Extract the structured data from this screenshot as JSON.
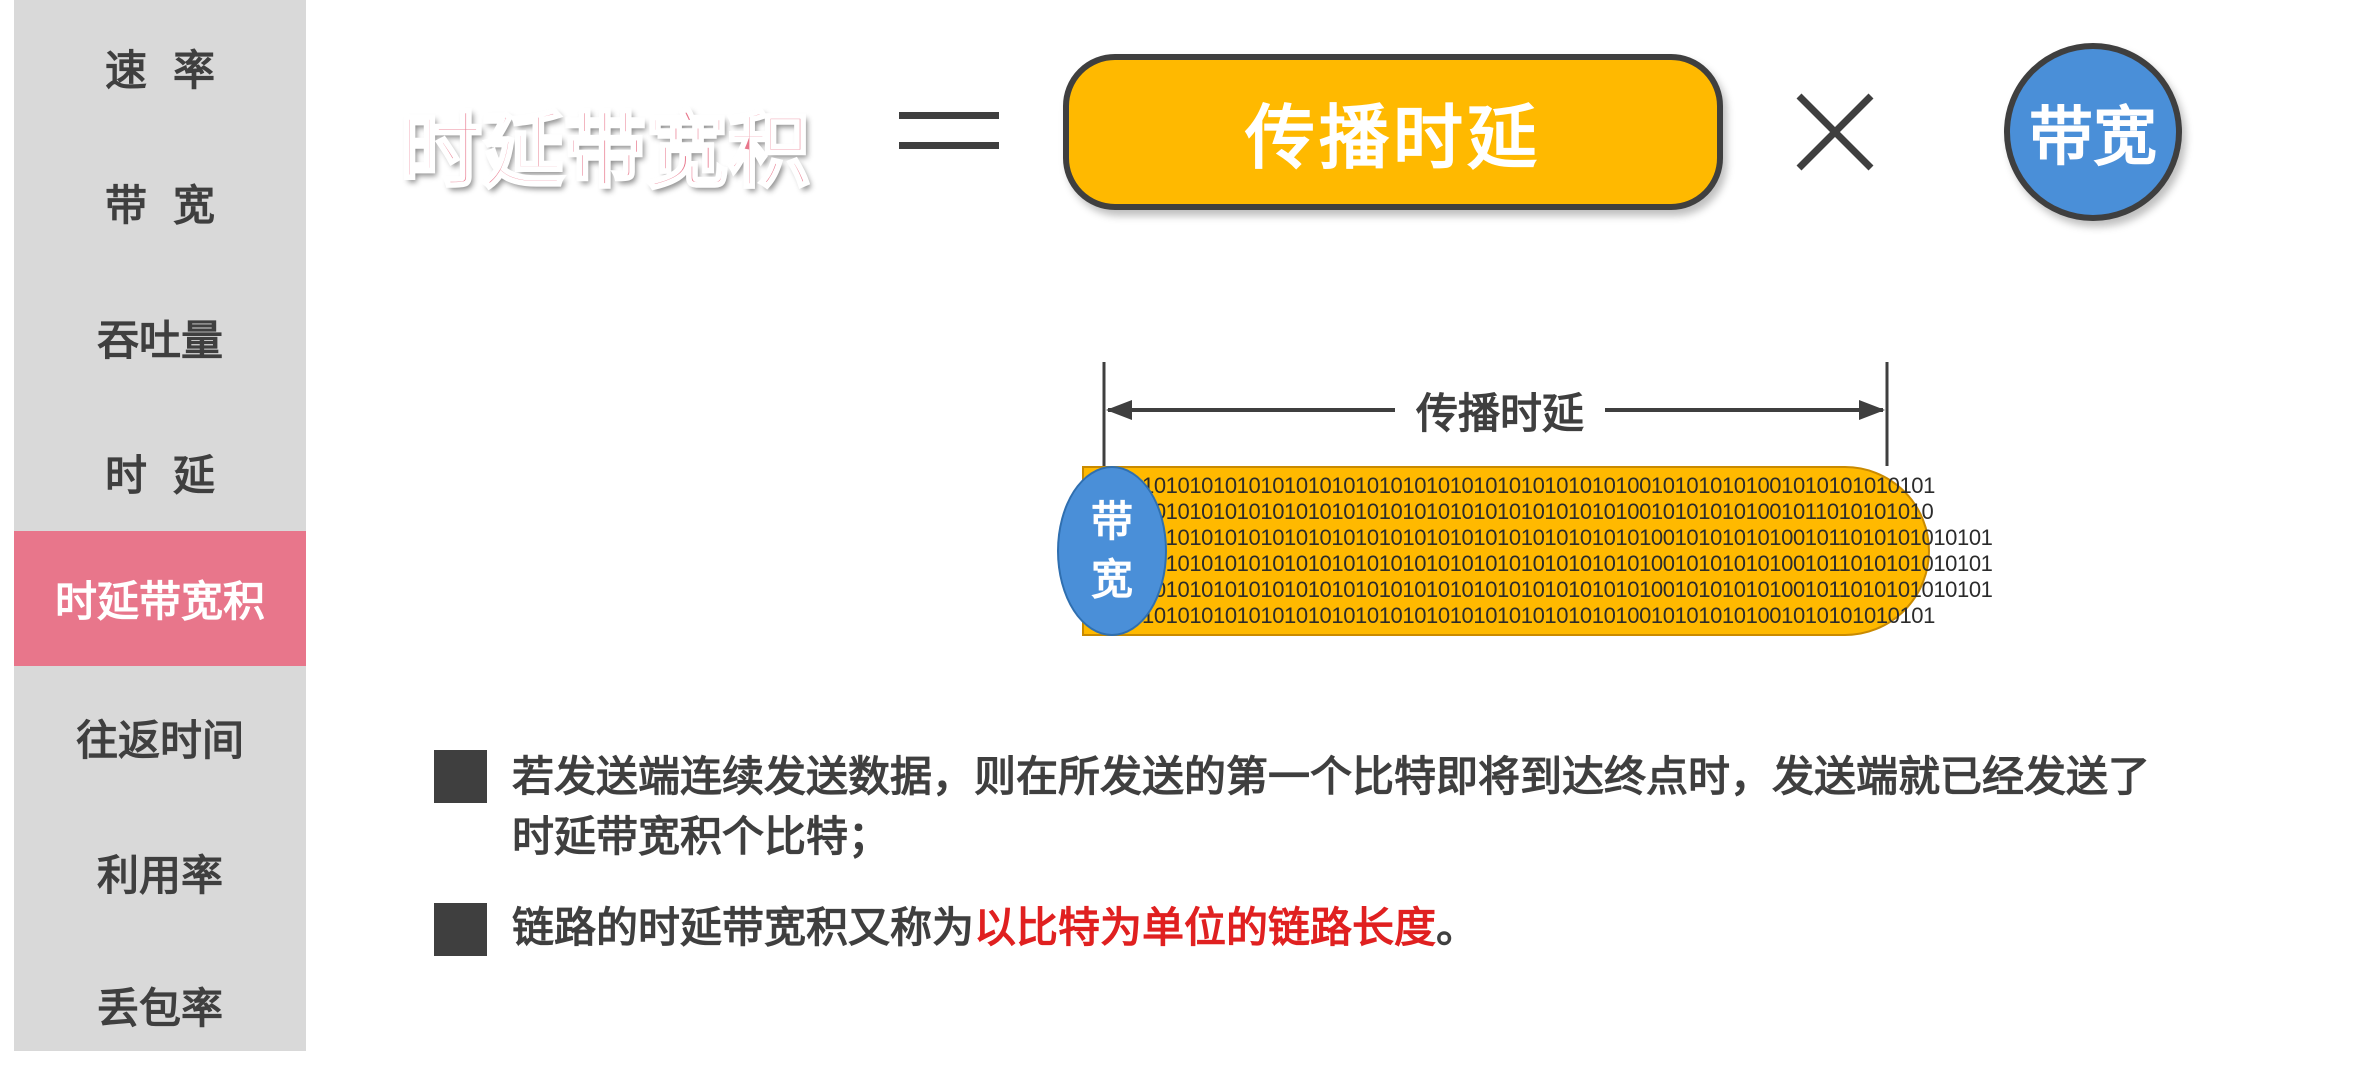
{
  "sidebar": {
    "items": [
      {
        "label": "速率",
        "active": false
      },
      {
        "label": "带宽",
        "active": false
      },
      {
        "label": "吞吐量",
        "active": false
      },
      {
        "label": "时延",
        "active": false
      },
      {
        "label": "时延带宽积",
        "active": true
      },
      {
        "label": "往返时间",
        "active": false
      },
      {
        "label": "利用率",
        "active": false
      },
      {
        "label": "丢包率",
        "active": false
      }
    ],
    "active_color": "#e8768b"
  },
  "formula": {
    "title": "时延带宽积",
    "term1": "传播时延",
    "term2": "带宽",
    "term1_color": "#ffb900",
    "term2_color": "#4a8fd8"
  },
  "diagram": {
    "dimension_label": "传播时延",
    "cap_chars": [
      "带",
      "宽"
    ],
    "bit_rows": [
      "1010101010101010101010101010101010101010100101010101001010101010101",
      "1010101010101010101010101010101010101010100101010101001011010101010",
      "101010101010101010101010101010101010101010100101010101001011010101010101",
      "101010101010101010101010101010101010101010100101010101001011010101010101",
      "101010101010101010101010101010101010101010100101010101001011010101010101",
      "1010101010101010101010101010101010101010100101010101001010101010101"
    ]
  },
  "bullets": {
    "b1_line1": "若发送端连续发送数据，则在所发送的第一个比特即将到达终点时，发送端就已经发送了",
    "b1_line2": "时延带宽积个比特；",
    "b2_prefix": "链路的时延带宽积又称为",
    "b2_highlight": "以比特为单位的链路长度",
    "b2_suffix": "。",
    "highlight_color": "#e02020"
  }
}
